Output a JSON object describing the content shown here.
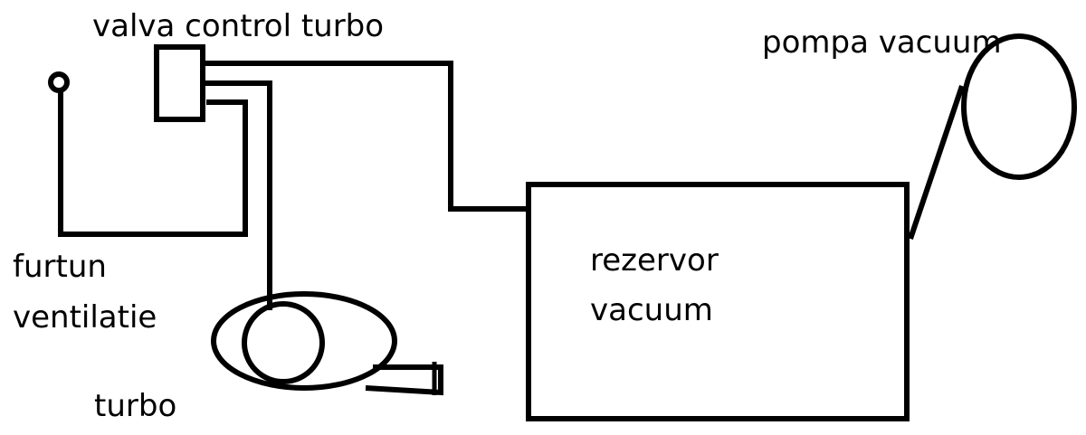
{
  "labels": {
    "valva": "valva control turbo",
    "pompa": "pompa vacuum",
    "furtun_line1": "furtun",
    "furtun_line2": "ventilatie",
    "rezervor_line1": "rezervor",
    "rezervor_line2": "vacuum",
    "turbo": "turbo"
  },
  "colors": {
    "stroke": "#000000",
    "background": "#ffffff"
  }
}
